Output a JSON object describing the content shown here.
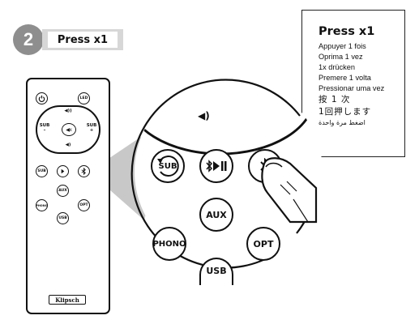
{
  "step": {
    "number": "2",
    "label": "Press x1"
  },
  "instructions": {
    "title": "Press x1",
    "lines": [
      "Appuyer 1 fois",
      "Oprima 1 vez",
      "1x drücken",
      "Premere 1 volta",
      "Pressionar uma vez"
    ],
    "zh": "按 1 次",
    "ja": "1回押します",
    "ar": "اضغط مرة واحدة"
  },
  "remote": {
    "power_label": "",
    "led_label": "LED",
    "sub_minus": "SUB",
    "sub_plus": "SUB",
    "sub_label": "SUB",
    "play_label": "",
    "bt_label": "",
    "aux_label": "AUX",
    "phono_label": "PHONO",
    "opt_label": "OPT",
    "usb_label": "USB",
    "brand": "Klipsch"
  },
  "magnified": {
    "sub_label": "SUB",
    "aux_label": "AUX",
    "phono_label": "PHONO",
    "opt_label": "OPT",
    "usb_label": "USB"
  },
  "colors": {
    "badge": "#8e8e8e",
    "pill": "#d7d7d7",
    "cone": "#c8c8c8",
    "ink": "#111111"
  }
}
